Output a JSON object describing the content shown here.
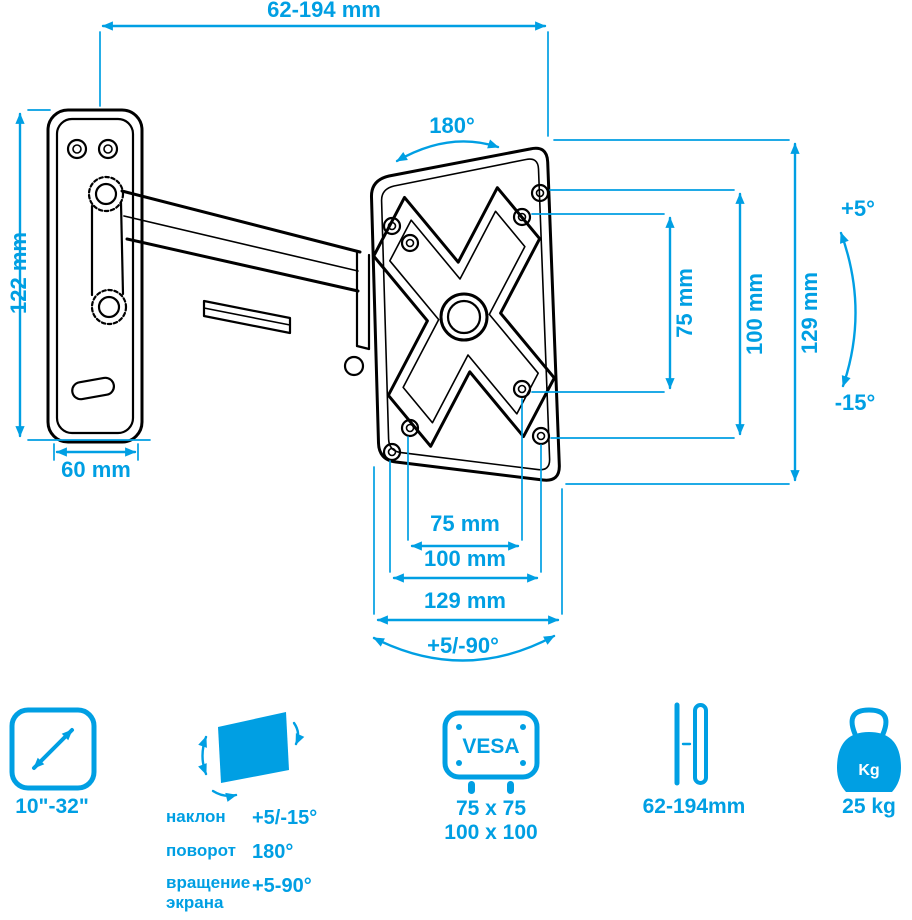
{
  "colors": {
    "accent": "#009FE3",
    "line": "#000000",
    "background": "#FFFFFF"
  },
  "drawing": {
    "dim_extension_range_top": "62-194 mm",
    "dim_swivel_top": "180°",
    "dim_wall_plate_height": "122 mm",
    "dim_wall_plate_width": "60 mm",
    "dim_vesa_vertical_75": "75 mm",
    "dim_vesa_vertical_100": "100 mm",
    "dim_plate_height": "129 mm",
    "dim_tilt_up": "+5°",
    "dim_tilt_down": "-15°",
    "dim_vesa_horizontal_75": "75 mm",
    "dim_vesa_horizontal_100": "100 mm",
    "dim_plate_width": "129 mm",
    "dim_screen_rotation": "+5/-90°"
  },
  "specs": {
    "screen_size": "10\"-32\"",
    "tilt_label": "наклон",
    "tilt_value": "+5/-15°",
    "swivel_label": "поворот",
    "swivel_value": "180°",
    "rotation_label_line1": "вращение",
    "rotation_label_line2": "экрана",
    "rotation_value": "+5-90°",
    "vesa_badge": "VESA",
    "vesa_size_1": "75 x 75",
    "vesa_size_2": "100 x 100",
    "wall_distance": "62-194mm",
    "weight_unit": "Kg",
    "weight_value": "25 kg"
  }
}
